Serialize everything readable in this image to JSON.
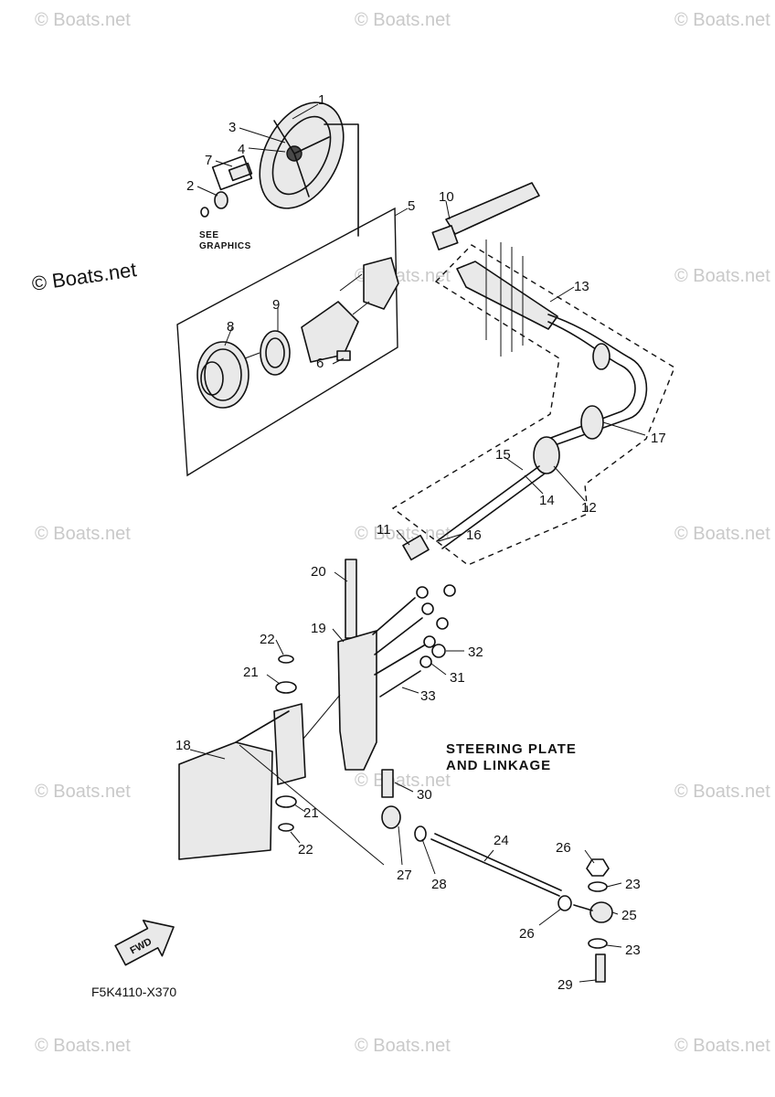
{
  "diagram": {
    "title_line1": "STEERING PLATE",
    "title_line2": "AND LINKAGE",
    "see_graphics_line1": "SEE",
    "see_graphics_line2": "GRAPHICS",
    "drawing_code": "F5K4110-X370",
    "fwd_label": "FWD",
    "watermark": "© Boats.net",
    "watermark_prominent": "© Boats.net",
    "callouts": {
      "c1": "1",
      "c2": "2",
      "c3": "3",
      "c4": "4",
      "c5": "5",
      "c6": "6",
      "c7": "7",
      "c8": "8",
      "c9": "9",
      "c10": "10",
      "c11": "11",
      "c12": "12",
      "c13": "13",
      "c14": "14",
      "c15": "15",
      "c16": "16",
      "c17": "17",
      "c18": "18",
      "c19": "19",
      "c20": "20",
      "c21a": "21",
      "c21b": "21",
      "c22a": "22",
      "c22b": "22",
      "c23a": "23",
      "c23b": "23",
      "c24": "24",
      "c25": "25",
      "c26a": "26",
      "c26b": "26",
      "c27": "27",
      "c28": "28",
      "c29": "29",
      "c30": "30",
      "c31": "31",
      "c32": "32",
      "c33": "33"
    }
  }
}
